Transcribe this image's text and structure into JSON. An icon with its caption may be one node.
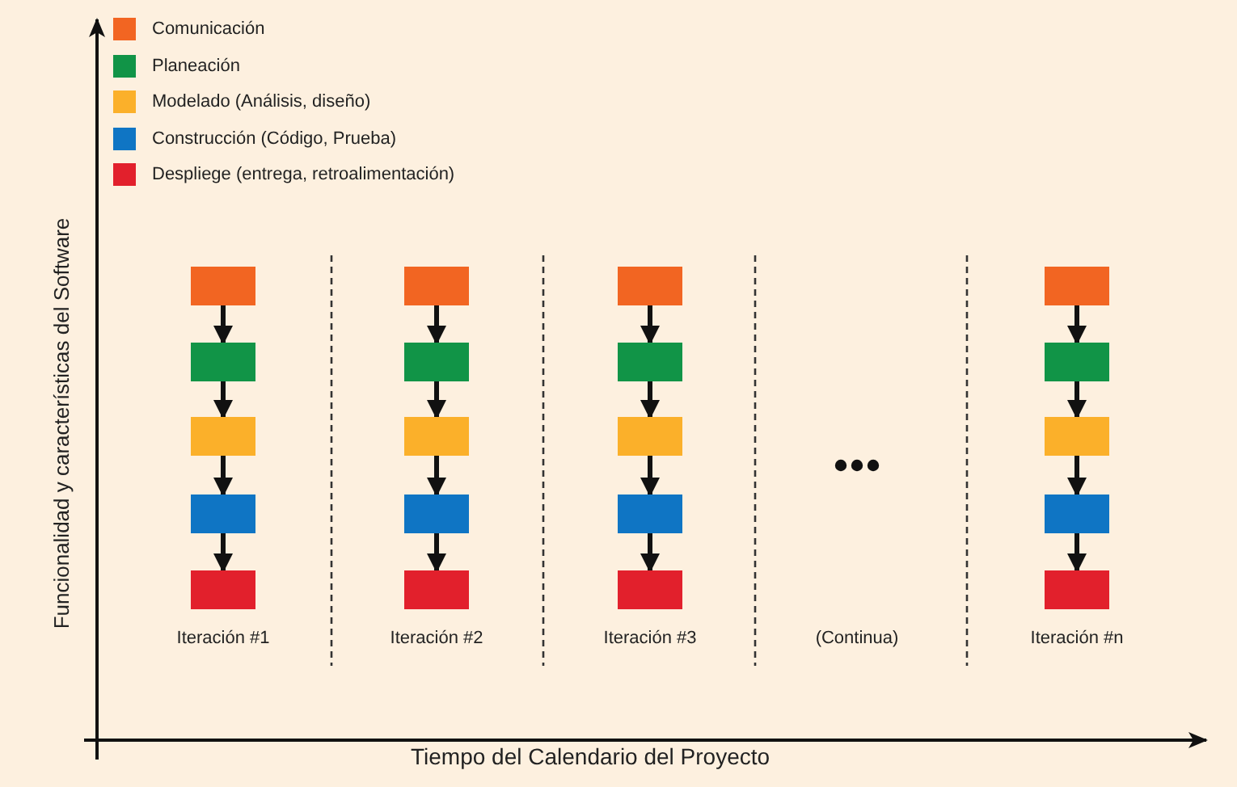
{
  "diagram": {
    "nodes": [
      {
        "text": [],
        "shape": "box"
      },
      {
        "text": [],
        "shape": "box"
      },
      {
        "text": [],
        "shape": "box"
      },
      {
        "text": [],
        "shape": "box"
      },
      {
        "text": [],
        "shape": "box"
      },
      {
        "text": [],
        "shape": "box"
      },
      {
        "text": [],
        "shape": "box"
      },
      {
        "text": [],
        "shape": "box"
      },
      {
        "text": [],
        "shape": "box"
      },
      {
        "text": [],
        "shape": "box"
      },
      {
        "text": [],
        "shape": "box"
      },
      {
        "text": [],
        "shape": "box"
      },
      {
        "text": [],
        "shape": "box"
      },
      {
        "text": [],
        "shape": "box"
      },
      {
        "text": [],
        "shape": "box"
      },
      {
        "text": [],
        "shape": "box"
      },
      {
        "text": [],
        "shape": "box"
      },
      {
        "text": [],
        "shape": "box"
      },
      {
        "text": [],
        "shape": "box"
      },
      {
        "text": [],
        "shape": "box"
      }
    ],
    "edges": [
      {
        "from": 0,
        "to": 1,
        "arrow": "to"
      },
      {
        "from": 1,
        "to": 2,
        "arrow": "to"
      },
      {
        "from": 2,
        "to": 3,
        "arrow": "to"
      },
      {
        "from": 3,
        "to": 4,
        "arrow": "to"
      },
      {
        "from": 5,
        "to": 6,
        "arrow": "to"
      },
      {
        "from": 6,
        "to": 7,
        "arrow": "to"
      },
      {
        "from": 7,
        "to": 8,
        "arrow": "to"
      },
      {
        "from": 8,
        "to": 9,
        "arrow": "to"
      },
      {
        "from": 10,
        "to": 11,
        "arrow": "to"
      },
      {
        "from": 11,
        "to": 12,
        "arrow": "to"
      },
      {
        "from": 12,
        "to": 13,
        "arrow": "to"
      },
      {
        "from": 13,
        "to": 14,
        "arrow": "to"
      },
      {
        "from": 15,
        "to": 16,
        "arrow": "to"
      },
      {
        "from": 16,
        "to": 17,
        "arrow": "to"
      },
      {
        "from": 17,
        "to": 18,
        "arrow": "to"
      },
      {
        "from": 18,
        "to": 19,
        "arrow": "to"
      }
    ],
    "labels": [
      "Funcionalidad y características del Software",
      "Iteración #1",
      "Iteración #2",
      "Iteración #3",
      "(Continua)",
      "Iteración #n",
      "Tiempo del Calendario del Proyecto"
    ],
    "legend": [
      {
        "text": "Comunicación",
        "color": "#f26522"
      },
      {
        "text": "Planeación",
        "color": "#119447"
      },
      {
        "text": "Modelado (Análisis, diseño)",
        "color": "#fbb02a"
      },
      {
        "text": "Construcción (Código, Prueba)",
        "color": "#0f75c4"
      },
      {
        "text": "Despliege (entrega, retroalimentación)",
        "color": "#e2202c"
      }
    ]
  }
}
